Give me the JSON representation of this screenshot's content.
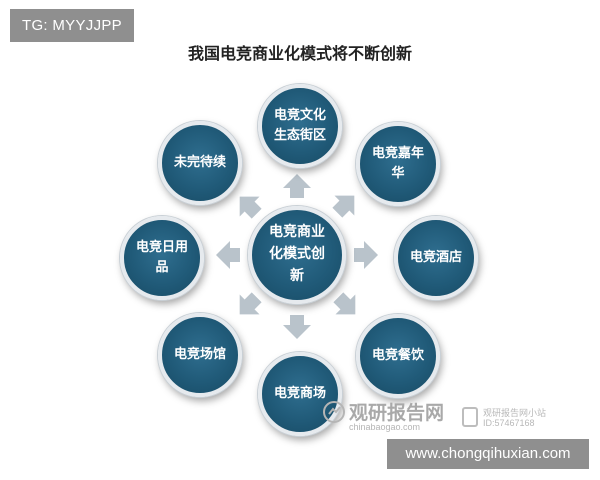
{
  "tag": "TG: MYYJJPP",
  "title": "我国电竞商业化模式将不断创新",
  "center": "电竞商业化模式创新",
  "nodes": {
    "top": "电竞文化生态街区",
    "top_right": "电竞嘉年华",
    "right": "电竞酒店",
    "bottom_right": "电竞餐饮",
    "bottom": "电竞商场",
    "bottom_left": "电竞场馆",
    "left": "电竞日用品",
    "top_left": "未完待续"
  },
  "watermark": {
    "name": "观研报告网",
    "domain": "chinabaogao.com",
    "wechat_name": "观研报告网小站",
    "wechat_id": "ID:57467168"
  },
  "url": "www.chongqihuxian.com",
  "colors": {
    "node_fill": "#205a78",
    "arrow": "#b9c3cb",
    "overlay": "#8f8f8f"
  }
}
